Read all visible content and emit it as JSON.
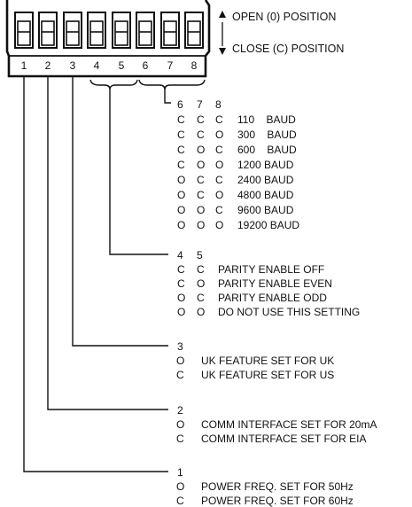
{
  "switch_block": {
    "switch_numbers": [
      "1",
      "2",
      "3",
      "4",
      "5",
      "6",
      "7",
      "8"
    ],
    "open_label": "OPEN (0) POSITION",
    "close_label": "CLOSE (C) POSITION"
  },
  "baud_group": {
    "headers": [
      "6",
      "7",
      "8"
    ],
    "rows": [
      {
        "s6": "C",
        "s7": "C",
        "s8": "C",
        "desc": "110    BAUD"
      },
      {
        "s6": "C",
        "s7": "C",
        "s8": "O",
        "desc": "300    BAUD"
      },
      {
        "s6": "C",
        "s7": "O",
        "s8": "C",
        "desc": "600    BAUD"
      },
      {
        "s6": "C",
        "s7": "O",
        "s8": "O",
        "desc": "1200 BAUD"
      },
      {
        "s6": "O",
        "s7": "C",
        "s8": "C",
        "desc": "2400 BAUD"
      },
      {
        "s6": "O",
        "s7": "C",
        "s8": "O",
        "desc": "4800 BAUD"
      },
      {
        "s6": "O",
        "s7": "O",
        "s8": "C",
        "desc": "9600 BAUD"
      },
      {
        "s6": "O",
        "s7": "O",
        "s8": "O",
        "desc": "19200 BAUD"
      }
    ]
  },
  "parity_group": {
    "headers": [
      "4",
      "5"
    ],
    "rows": [
      {
        "s4": "C",
        "s5": "C",
        "desc": "PARITY ENABLE OFF"
      },
      {
        "s4": "C",
        "s5": "O",
        "desc": "PARITY ENABLE EVEN"
      },
      {
        "s4": "O",
        "s5": "C",
        "desc": "PARITY ENABLE ODD"
      },
      {
        "s4": "O",
        "s5": "O",
        "desc": "DO NOT USE THIS SETTING"
      }
    ]
  },
  "uk_group": {
    "header": "3",
    "rows": [
      {
        "pos": "O",
        "desc": "UK FEATURE SET FOR UK"
      },
      {
        "pos": "C",
        "desc": "UK FEATURE SET FOR US"
      }
    ]
  },
  "comm_group": {
    "header": "2",
    "rows": [
      {
        "pos": "O",
        "desc": "COMM INTERFACE SET FOR 20mA"
      },
      {
        "pos": "C",
        "desc": "COMM INTERFACE SET FOR EIA"
      }
    ]
  },
  "power_group": {
    "header": "1",
    "rows": [
      {
        "pos": "O",
        "desc": "POWER FREQ. SET FOR 50Hz"
      },
      {
        "pos": "C",
        "desc": "POWER FREQ. SET FOR 60Hz"
      }
    ]
  }
}
